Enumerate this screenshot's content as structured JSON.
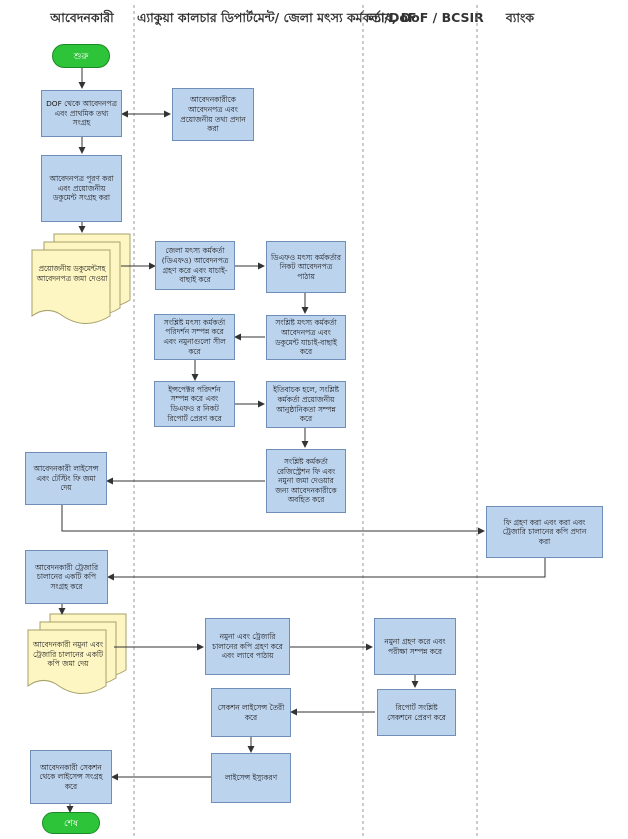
{
  "lanes": {
    "applicant": "আবেদনকারী",
    "department": "এ্যাকুয়া কালচার ডিপার্টমেন্ট/ জেলা মৎস্য কর্মকর্তা/DoF",
    "lab": "ল্যাব, DoF / BCSIR",
    "bank": "ব্যাংক"
  },
  "nodes": {
    "start": "শুরু",
    "collect_form": "DOF থেকে আবেদনপত্র এবং প্রাথমিক তথ্য সংগ্রহ",
    "provide_form": "আবেদনকারীকে আবেদনপত্র এবং প্রয়োজনীয় তথ্য প্রদান করা",
    "fill_form": "আবেদনপত্র পূরণ করা এবং প্রয়োজনীয় ডকুমেন্ট সংগ্রহ করা",
    "submit_docs": "প্রয়োজনীয় ডকুমেন্টসহ আবেদনপত্র জমা দেওয়া",
    "dfo_receive": "জেলা মৎস্য কর্মকর্তা (ডিএফও) আবেদনপত্র গ্রহণ করে এবং যাচাই-বাছাই করে",
    "send_to_officer": "ডিএফও মৎস্য কর্মকর্তার নিকট আবেদনপত্র পাঠায়",
    "inspect_sample": "সংশ্লিষ্ট মৎস্য কর্মকর্তা পরিদর্শন সম্পন্ন করে এবং নমুনাগুলো সীল করে",
    "officer_verify": "সংশ্লিষ্ট মৎস্য কর্মকর্তা আবেদনপত্র এবং ডকুমেন্ট যাচাই-বাছাই করে",
    "report_dfo": "ইন্সপেক্টর পরিদর্শন সম্পন্ন করে এবং ডিএফও র নিকট রিপোর্ট প্রেরণ করে",
    "formalities": "ইতিবাচক হলে, সংশ্লিষ্ট কর্মকর্তা প্রয়োজনীয় আনুষ্ঠানিকতা সম্পন্ন করে",
    "notify_fees": "সংশ্লিষ্ট কর্মকর্তা রেজিস্ট্রেশন ফি এবং নমুনা জমা দেওয়ার জন্য আবেদনকারীকে অবহিত করে",
    "pay_fee": "আবেদনকারী লাইসেন্স এবং টেস্টিং ফি জমা দেয়",
    "bank_receive": "ফি গ্রহণ করা এবং করা এবং ট্রেজারি চালানের কপি প্রদান করা",
    "treasury_copy": "আবেদনকারী ট্রেজারি চালানের একটি কপি সংগ্রহ করে",
    "submit_sample": "আবেদনকারী নমুনা এবং ট্রেজারি চালানের একটি কপি জমা দেয়",
    "receive_sample": "নমুনা এবং ট্রেজারি চালানের কপি গ্রহণ করে এবং ল্যাবে পাঠায়",
    "lab_test": "নমুনা গ্রহণ করে এবং পরীক্ষা সম্পন্ন করে",
    "lab_report": "রিপোর্ট সংশ্লিষ্ট সেকশনে প্রেরণ করে",
    "prepare_license": "সেকশন লাইসেন্স তৈরী করে",
    "issue_license": "লাইসেন্স ইস্যুকরণ",
    "collect_license": "আবেদনকারী সেকশন থেকে লাইসেন্স সংগ্রহ করে",
    "end": "শেষ"
  },
  "colors": {
    "process_fill": "#bcd3ee",
    "process_border": "#6f8fb8",
    "document_fill": "#fdf6c3",
    "terminal_fill": "#2ec43a",
    "lane_divider": "#9a9a9a"
  }
}
